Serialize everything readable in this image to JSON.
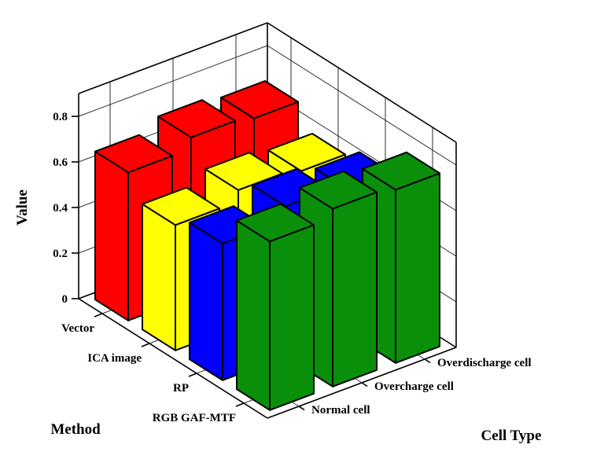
{
  "figure": {
    "background": "#ffffff"
  },
  "chart_data": {
    "type": "bar",
    "subtype": "bar3d",
    "title": "",
    "value_axis_label": "Value",
    "method_axis_label": "Method",
    "cell_axis_label": "Cell Type",
    "categories": [
      "Normal cell",
      "Overcharge cell",
      "Overdischarge cell"
    ],
    "series": [
      {
        "name": "Vector",
        "color": "#ff0000",
        "values": [
          0.65,
          0.7,
          0.68
        ]
      },
      {
        "name": "ICA image",
        "color": "#ffff00",
        "values": [
          0.55,
          0.6,
          0.58
        ]
      },
      {
        "name": "RP",
        "color": "#0000ff",
        "values": [
          0.6,
          0.66,
          0.63
        ]
      },
      {
        "name": "RGB GAF-MTF",
        "color": "#0a8f0a",
        "values": [
          0.74,
          0.78,
          0.76
        ]
      }
    ],
    "zticks": [
      0,
      0.2,
      0.4,
      0.6,
      0.8
    ],
    "zlim": [
      0,
      0.8
    ],
    "grid": true,
    "legend": "none",
    "bar_width": 0.7,
    "view": "matlab-3d"
  }
}
